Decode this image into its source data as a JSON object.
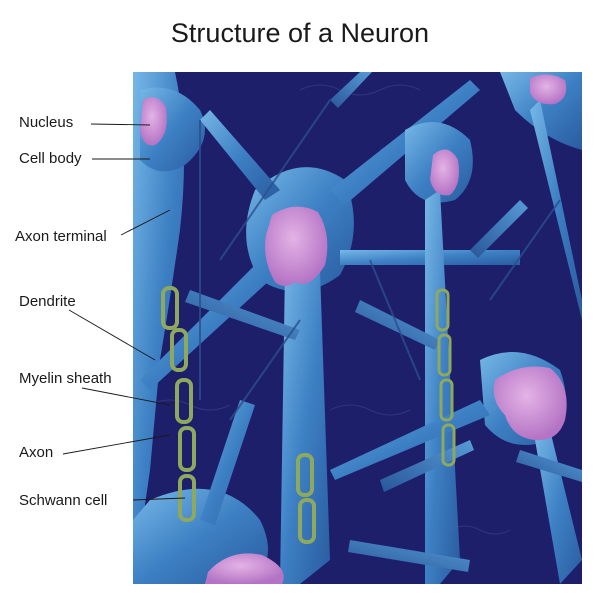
{
  "title": "Structure of a Neuron",
  "labels": [
    {
      "id": "nucleus",
      "text": "Nucleus"
    },
    {
      "id": "cell-body",
      "text": "Cell body"
    },
    {
      "id": "axon-terminal",
      "text": "Axon terminal"
    },
    {
      "id": "dendrite",
      "text": "Dendrite"
    },
    {
      "id": "myelin-sheath",
      "text": "Myelin sheath"
    },
    {
      "id": "axon",
      "text": "Axon"
    },
    {
      "id": "schwann-cell",
      "text": "Schwann cell"
    }
  ],
  "colors": {
    "background": "#1c1f6e",
    "neuron": "#3d7fc4",
    "neuron_light": "#6fb2e6",
    "nucleus": "#c990d4",
    "myelin": "#8fa860",
    "leader_line": "#1a1a1a"
  }
}
